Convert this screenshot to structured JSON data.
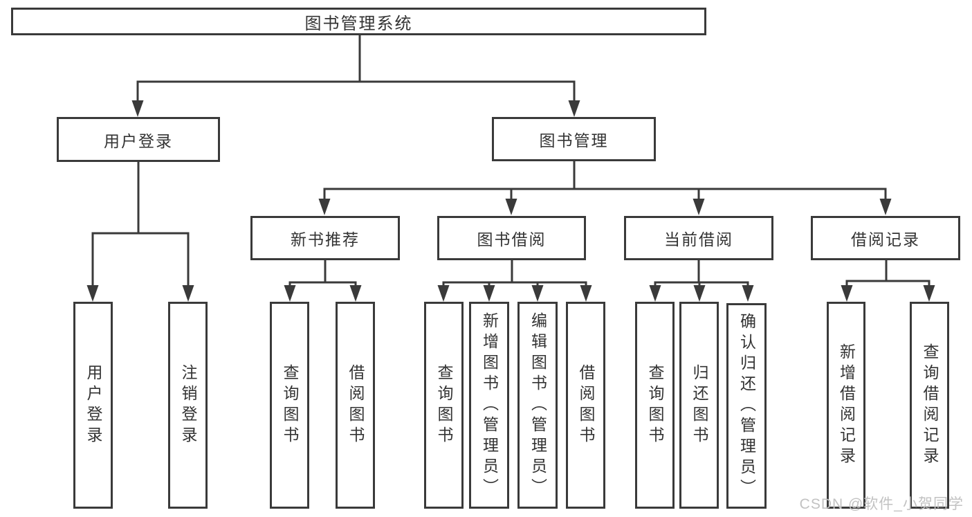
{
  "colors": {
    "line": "#3a3a3a",
    "box-border": "#3a3a3a",
    "text": "#333333",
    "watermark": "#c2c2c2",
    "background": "#ffffff"
  },
  "watermark": "CSDN @软件_小贺同学",
  "tree": {
    "root": "图书管理系统",
    "level2": [
      {
        "label": "用户登录",
        "children": [
          "用户登录",
          "注销登录"
        ]
      },
      {
        "label": "图书管理"
      }
    ],
    "level3": [
      {
        "label": "新书推荐",
        "children": [
          "查询图书",
          "借阅图书"
        ]
      },
      {
        "label": "图书借阅",
        "children": [
          "查询图书",
          "新增图书（管理员）",
          "编辑图书（管理员）",
          "借阅图书"
        ]
      },
      {
        "label": "当前借阅",
        "children": [
          "查询图书",
          "归还图书",
          "确认归还（管理员）"
        ]
      },
      {
        "label": "借阅记录",
        "children": [
          "新增借阅记录",
          "查询借阅记录"
        ]
      }
    ]
  }
}
